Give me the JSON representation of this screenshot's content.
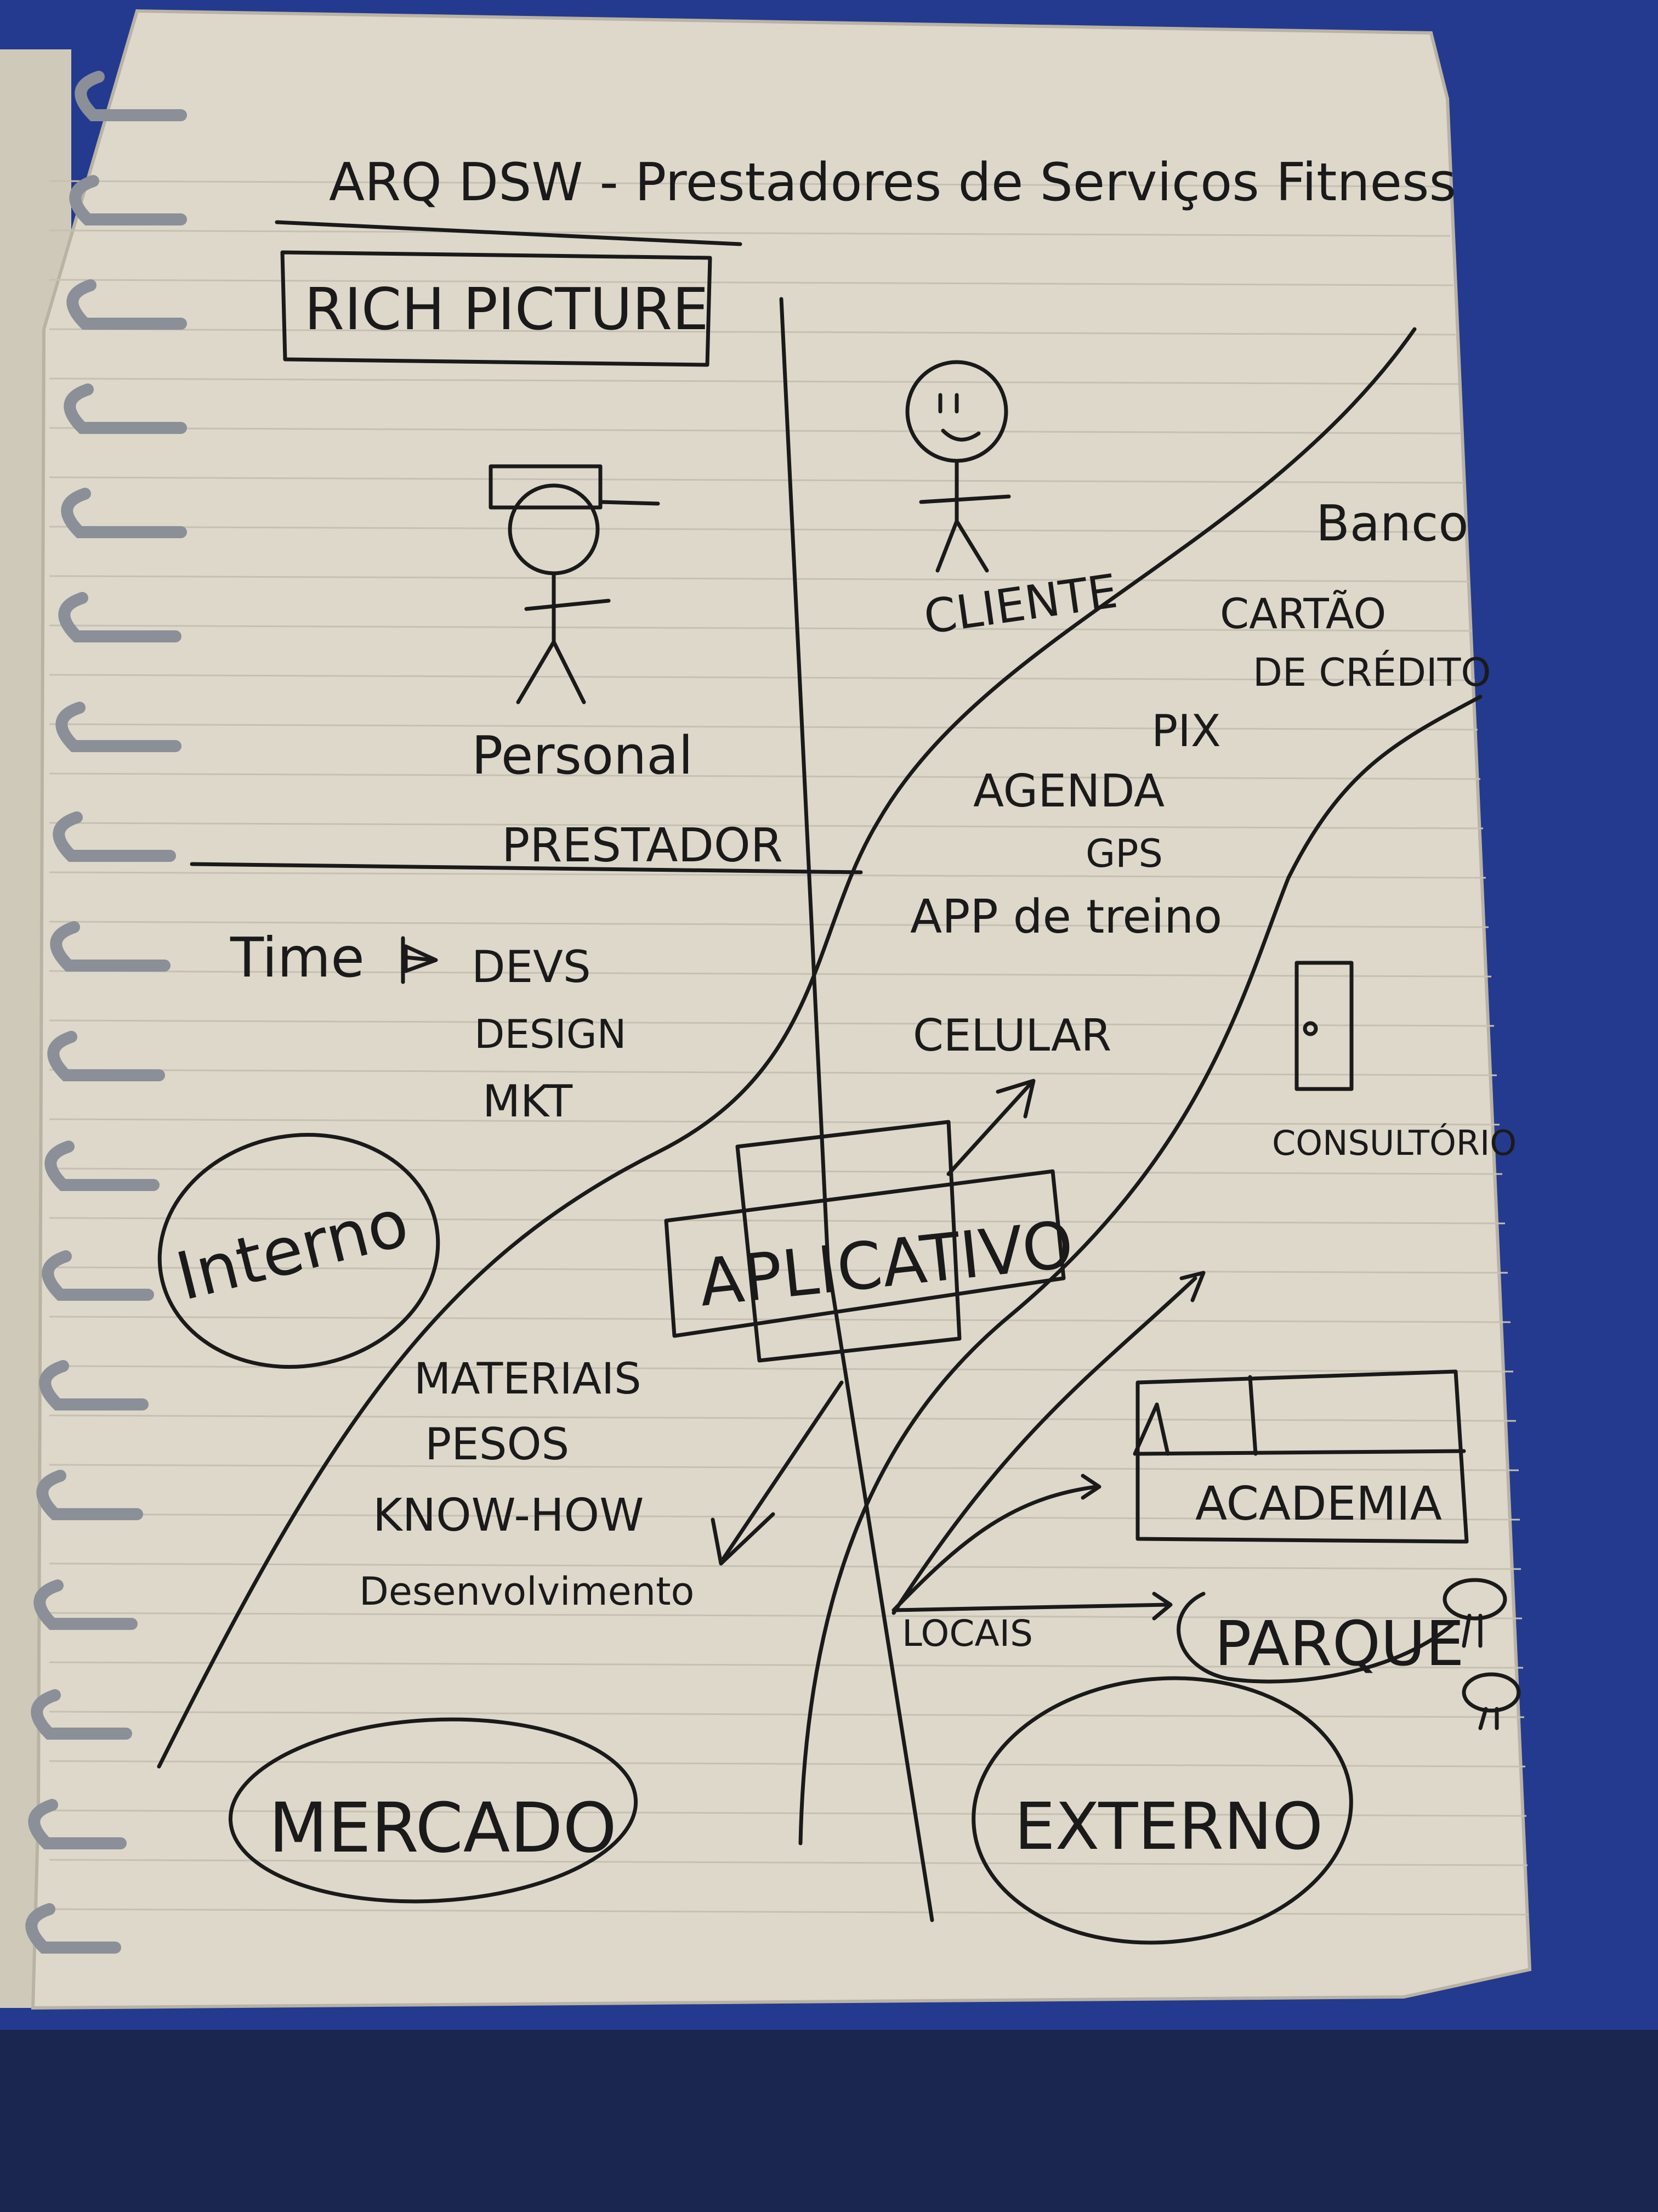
{
  "title": "ARQ DSW - Prestadores de Serviços Fitness",
  "box_label": "RICH PICTURE",
  "actors": {
    "personal": "Personal",
    "prestador": "PRESTADOR",
    "cliente": "CLIENTE"
  },
  "time": {
    "label": "Time",
    "items": [
      "DEVS",
      "DESIGN",
      "MKT"
    ]
  },
  "banco": "Banco",
  "cartao": [
    "CARTÃO",
    "DE CRÉDITO"
  ],
  "pix": "PIX",
  "agenda": "AGENDA",
  "gps": "GPS",
  "app_treino": "APP de treino",
  "celular": "CELULAR",
  "consultorio": "CONSULTÓRIO",
  "aplicativo": "APLICATIVO",
  "interno": "Interno",
  "materiais": [
    "MATERIAIS",
    "PESOS",
    "KNOW-HOW",
    "Desenvolvimento"
  ],
  "academia": "ACADEMIA",
  "locais": "LOCAIS",
  "parque": "PARQUE",
  "mercado": "MERCADO",
  "externo": "EXTERNO",
  "colors": {
    "paper": "#dcd7c9",
    "ink": "#1a1a1a",
    "background": "#243a8f",
    "ruling": "#c3beb0"
  }
}
